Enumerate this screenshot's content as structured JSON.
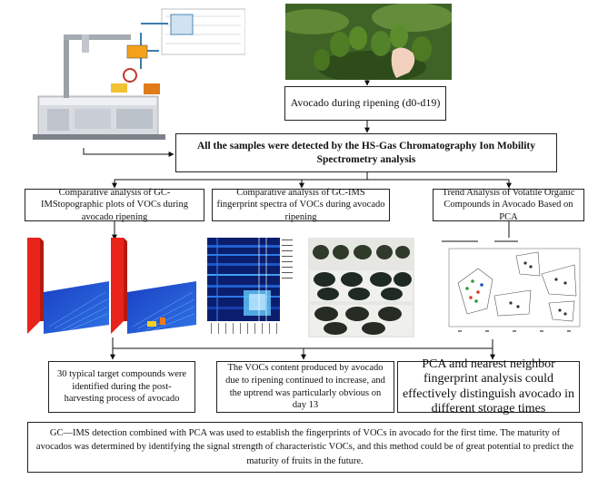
{
  "diagram": {
    "ripening_label": "Avocado during ripening (d0-d19)",
    "detection_label": "All the samples were detected by the HS-Gas Chromatography Ion Mobility Spectrometry analysis",
    "analysis": [
      "Comparative analysis of GC-IMStopographic plots of VOCs during avocado ripening",
      "Comparative analysis of GC-IMS fingerprint spectra of VOCs during avocado ripening",
      "Trend Analysis of Volatile Organic Compounds in Avocado Based on PCA"
    ],
    "results": [
      "30 typical target compounds were identified during the post-harvesting process of avocado",
      "The VOCs content produced by avocado due to ripening continued to increase, and the uptrend was particularly obvious on day 13",
      "PCA and nearest neighbor fingerprint analysis could effectively distinguish avocado in different storage times"
    ],
    "conclusion": "GC—IMS detection combined with PCA was used to establish the fingerprints of VOCs in avocado for the first time. The maturity of avocados was determined by identifying the signal strength of characteristic VOCs, and this method could be of great potential to predict the maturity of fruits in the future."
  },
  "colors": {
    "topo_red": "#e8231a",
    "topo_blue": "#1d4fd8",
    "fingerprint_bg": "#0b1e6e",
    "avocado_dark": "#1e2a22",
    "pca_green": "#2e9b3a",
    "pca_red": "#d43a2a"
  },
  "icons": [
    "gc-ims-instrument",
    "avocado-tree-photo",
    "topographic-plot",
    "fingerprint-heatmap",
    "avocado-samples-photo",
    "pca-scatter-plot"
  ]
}
